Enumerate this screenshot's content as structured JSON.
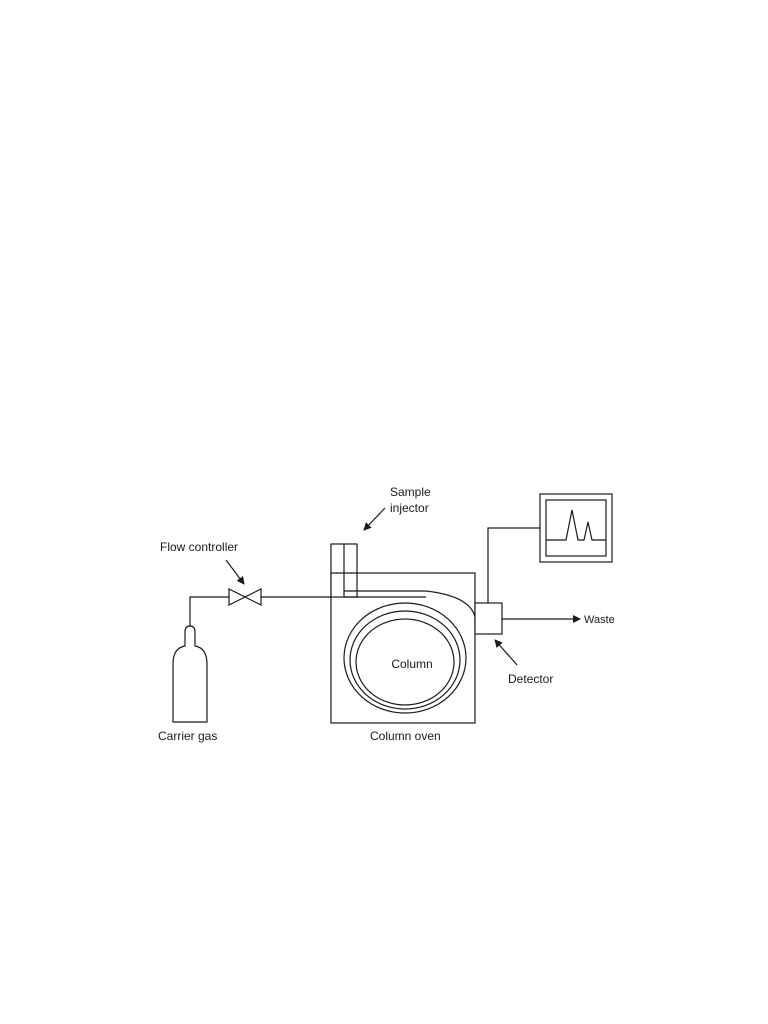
{
  "diagram": {
    "labels": {
      "sample_injector_line1": "Sample",
      "sample_injector_line2": "injector",
      "flow_controller": "Flow controller",
      "waste": "Waste",
      "column": "Column",
      "detector": "Detector",
      "carrier_gas": "Carrier gas",
      "column_oven": "Column oven"
    },
    "line_color": "#1a1a1a",
    "background": "#ffffff"
  }
}
